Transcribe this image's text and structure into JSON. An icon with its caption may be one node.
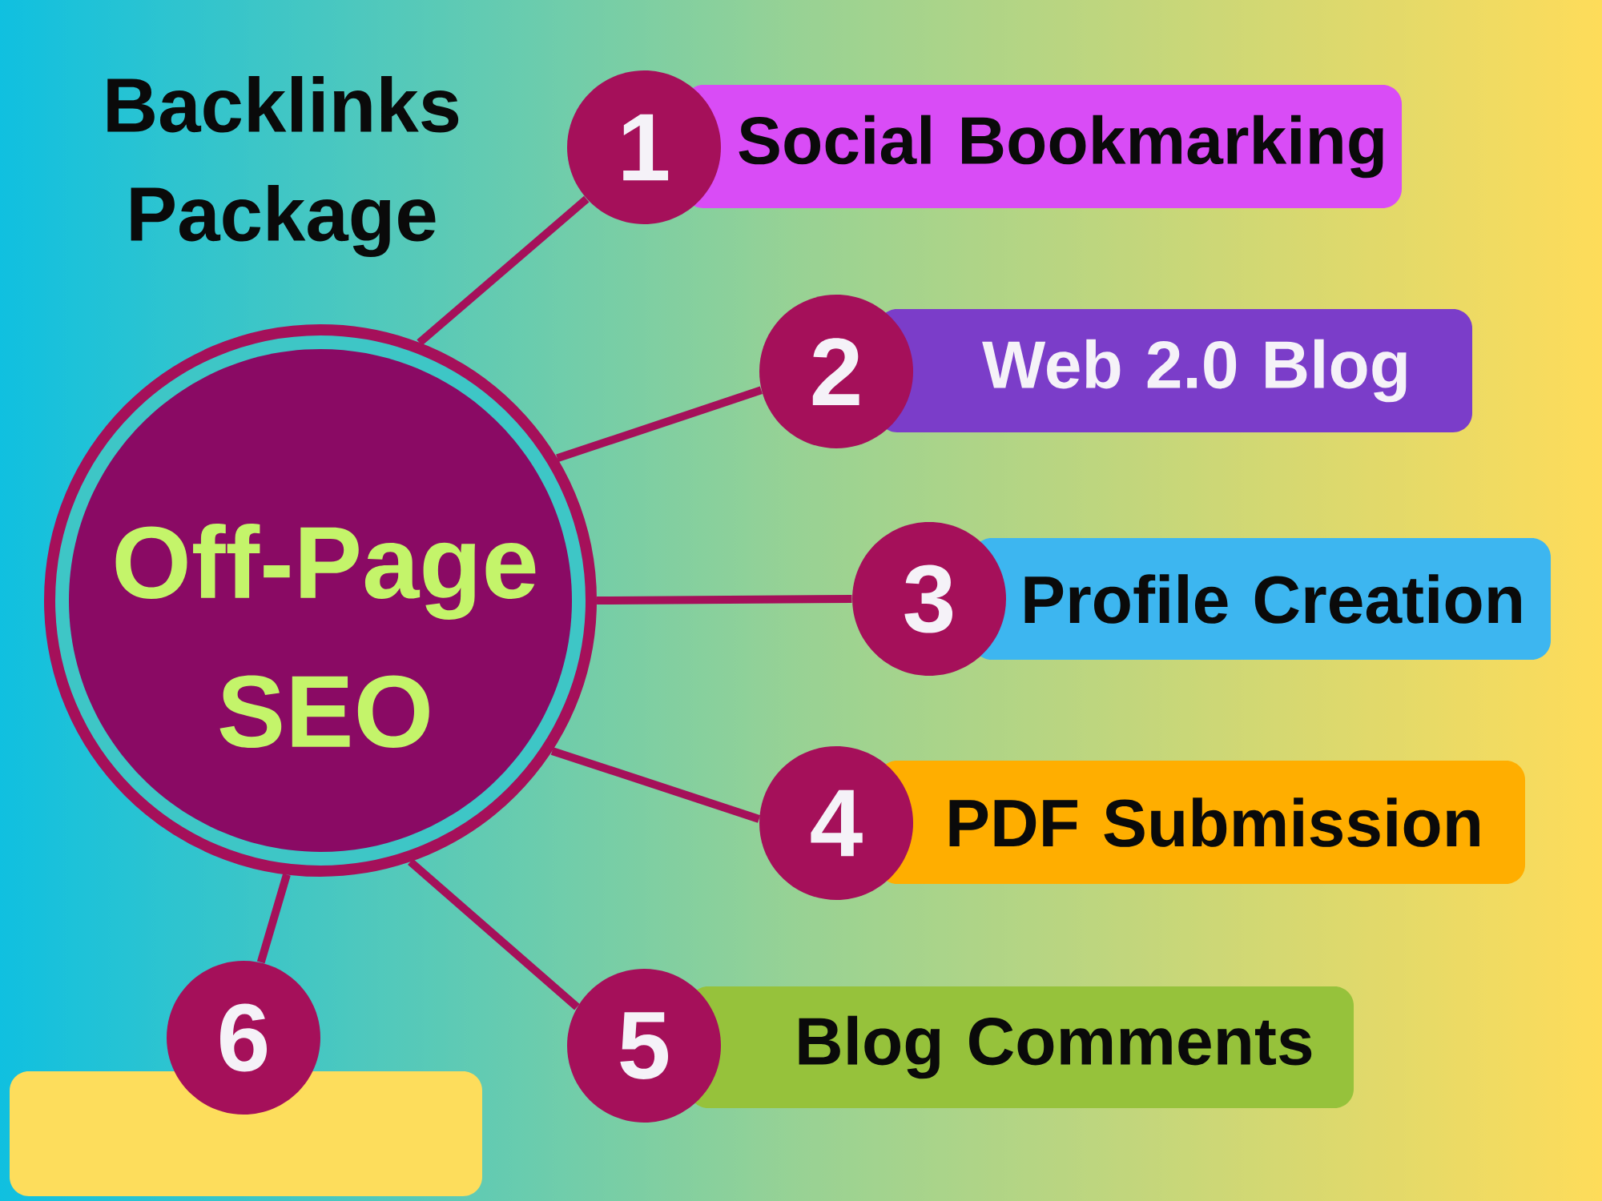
{
  "diagram": {
    "title": "Backlinks Package",
    "nodes": [
      {
        "text": [
          "Off-Page SEO"
        ]
      },
      {
        "text": [
          "1"
        ]
      },
      {
        "text": [
          "Social Bookmarking"
        ]
      },
      {
        "text": [
          "2"
        ]
      },
      {
        "text": [
          "Web 2.0 Blog"
        ]
      },
      {
        "text": [
          "3"
        ]
      },
      {
        "text": [
          "Profile Creation"
        ]
      },
      {
        "text": [
          "4"
        ]
      },
      {
        "text": [
          "PDF Submission"
        ]
      },
      {
        "text": [
          "5"
        ]
      },
      {
        "text": [
          "Blog Comments"
        ]
      },
      {
        "text": [
          "6"
        ]
      },
      {
        "text": [],
        "shape": "box"
      }
    ],
    "edges": [
      {
        "from": 0,
        "to": 1,
        "arrow": "none"
      },
      {
        "from": 0,
        "to": 3,
        "arrow": "none"
      },
      {
        "from": 0,
        "to": 5,
        "arrow": "none"
      },
      {
        "from": 0,
        "to": 7,
        "arrow": "none"
      },
      {
        "from": 0,
        "to": 9,
        "arrow": "none"
      },
      {
        "from": 0,
        "to": 11,
        "arrow": "none"
      }
    ]
  }
}
